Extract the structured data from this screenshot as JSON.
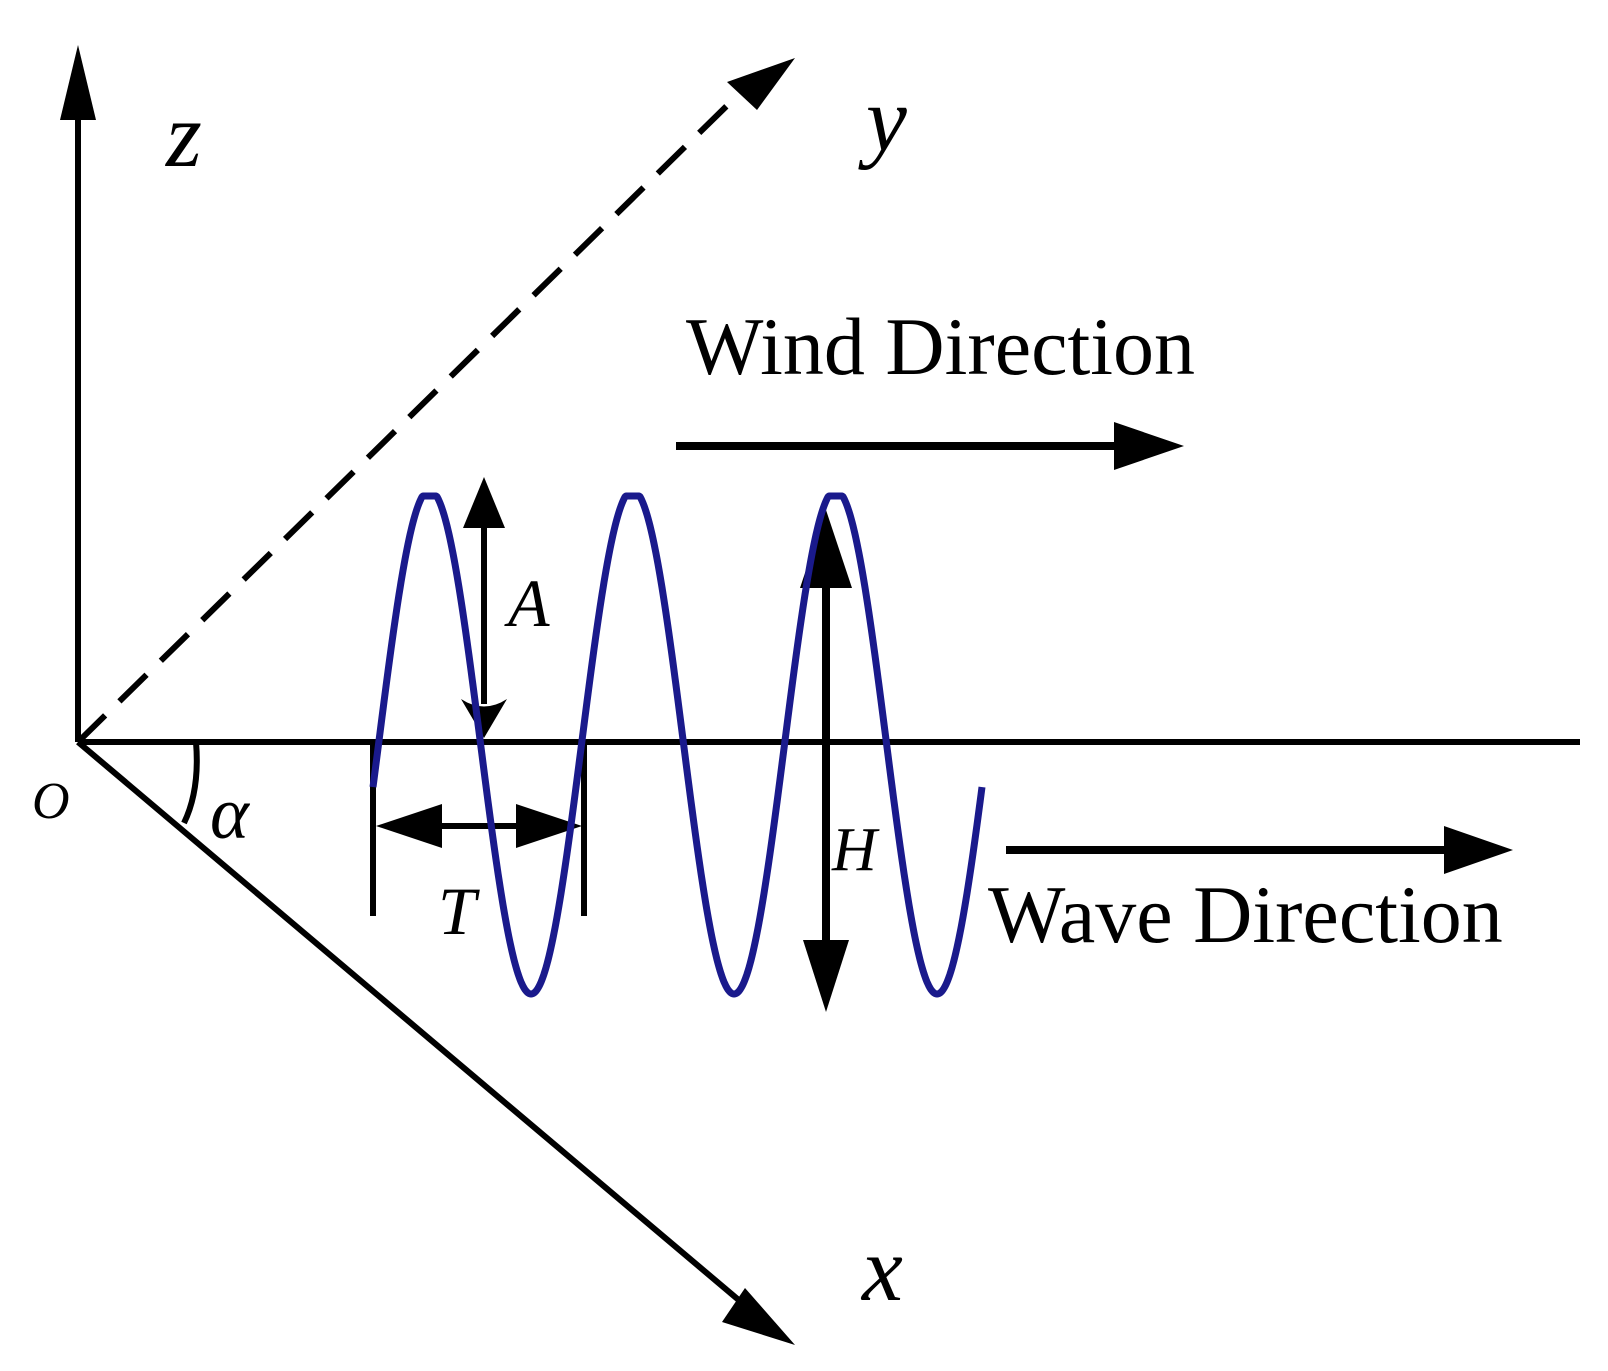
{
  "labels": {
    "z_axis": "z",
    "y_axis": "y",
    "x_axis": "x",
    "origin": "O",
    "angle": "α",
    "amplitude": "A",
    "period": "T",
    "height": "H",
    "wind": "Wind Direction",
    "wave": "Wave Direction"
  },
  "colors": {
    "ink": "#000000",
    "wave": "#1a1a8c"
  }
}
